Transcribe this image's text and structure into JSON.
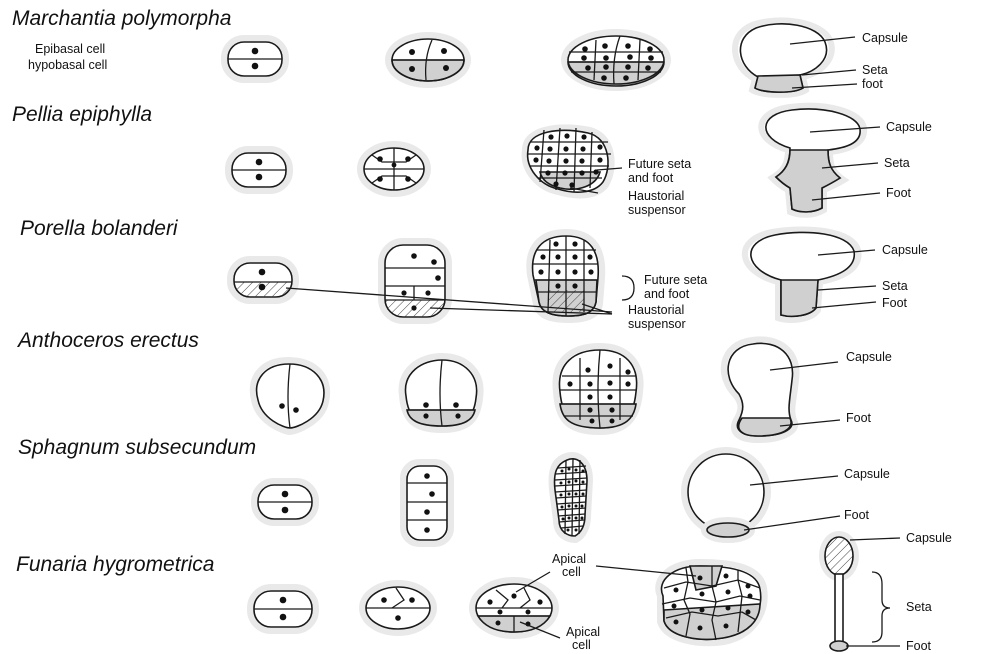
{
  "species": {
    "marchantia": {
      "name": "Marchantia polymorpha",
      "epibasal": "Epibasal cell",
      "hypobasal": "hypobasal cell",
      "capsule": "Capsule",
      "seta": "Seta",
      "foot": "foot"
    },
    "pellia": {
      "name": "Pellia epiphylla",
      "future1": "Future seta",
      "future2": "and foot",
      "haust1": "Haustorial",
      "haust2": "suspensor",
      "capsule": "Capsule",
      "seta": "Seta",
      "foot": "Foot"
    },
    "porella": {
      "name": "Porella bolanderi",
      "future1": "Future seta",
      "future2": "and foot",
      "haust1": "Haustorial",
      "haust2": "suspensor",
      "capsule": "Capsule",
      "seta": "Seta",
      "foot": "Foot"
    },
    "anthoceros": {
      "name": "Anthoceros erectus",
      "capsule": "Capsule",
      "foot": "Foot"
    },
    "sphagnum": {
      "name": "Sphagnum subsecundum",
      "capsule": "Capsule",
      "foot": "Foot"
    },
    "funaria": {
      "name": "Funaria hygrometrica",
      "apical_top1": "Apical",
      "apical_top2": "cell",
      "apical_bot1": "Apical",
      "apical_bot2": "cell",
      "capsule": "Capsule",
      "seta": "Seta",
      "foot": "Foot"
    }
  }
}
